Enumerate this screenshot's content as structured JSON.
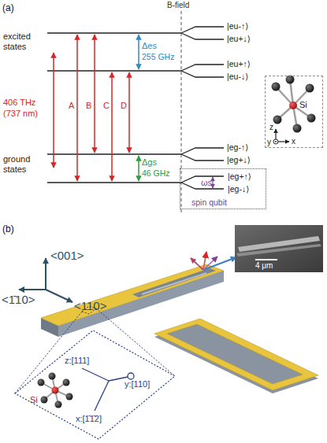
{
  "diagram": {
    "nodes": [
      {
        "text": [
          "Si",
          "z",
          "y",
          "x"
        ]
      },
      {
        "text": [
          "|eg+↑⟩",
          "|eg-↓⟩",
          "ωs",
          "spin qubit"
        ]
      },
      {
        "text": [
          "4 μm"
        ]
      },
      {
        "text": [
          "z:[111]",
          "y:[110]",
          "x:[1̄1̄2]",
          "Si"
        ]
      }
    ],
    "labels": [
      "(a)",
      "B-field",
      "|eu-↑⟩",
      "|eu+↓⟩",
      "excited states",
      "|eu+↑⟩",
      "|eu-↓⟩",
      "Δes",
      "255 GHz",
      "406 THz",
      "(737 nm)",
      "A",
      "B",
      "C",
      "D",
      "|eg-↑⟩",
      "|eg+↓⟩",
      "ground states",
      "Δgs",
      "46 GHz",
      "(b)",
      "<001>",
      "<1̄10>",
      "<110>"
    ]
  }
}
